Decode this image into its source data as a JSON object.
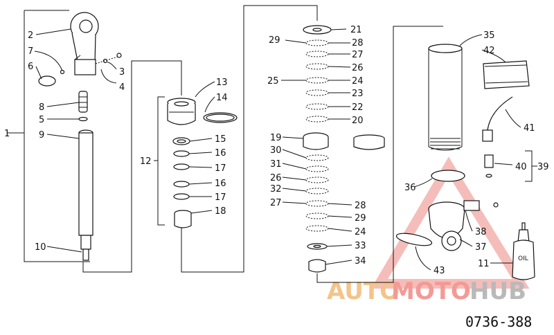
{
  "figure_number": "0736-388",
  "watermark": {
    "part1": "AUTO",
    "part2": "MOTO",
    "part3": "HUB"
  },
  "oil_label": "OIL",
  "callouts": [
    "1",
    "2",
    "7",
    "6",
    "3",
    "4",
    "8",
    "5",
    "9",
    "10",
    "13",
    "14",
    "12",
    "15",
    "16",
    "17",
    "16",
    "17",
    "18",
    "29",
    "21",
    "28",
    "27",
    "25",
    "26",
    "24",
    "23",
    "22",
    "20",
    "19",
    "30",
    "31",
    "26",
    "32",
    "27",
    "28",
    "29",
    "24",
    "33",
    "34",
    "35",
    "42",
    "41",
    "40",
    "39",
    "36",
    "38",
    "37",
    "43",
    "11"
  ]
}
